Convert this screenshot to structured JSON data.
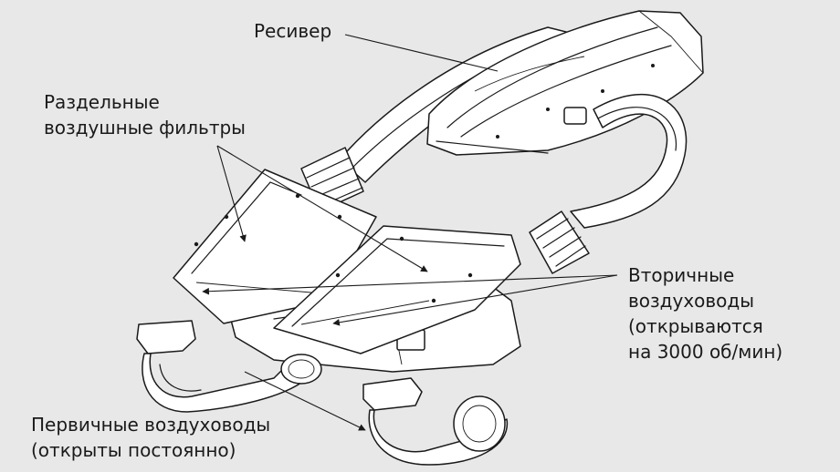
{
  "labels": {
    "receiver": "Ресивер",
    "filters": [
      "Раздельные",
      "воздушные фильтры"
    ],
    "secondary": [
      "Вторичные",
      "воздуховоды",
      "(открываются",
      "на 3000 об/мин)"
    ],
    "primary": [
      "Первичные воздуховоды",
      "(открыты постоянно)"
    ]
  },
  "colors": {
    "background": "#e8e8e8",
    "ink": "#1a1a1a",
    "fill": "#ffffff"
  }
}
